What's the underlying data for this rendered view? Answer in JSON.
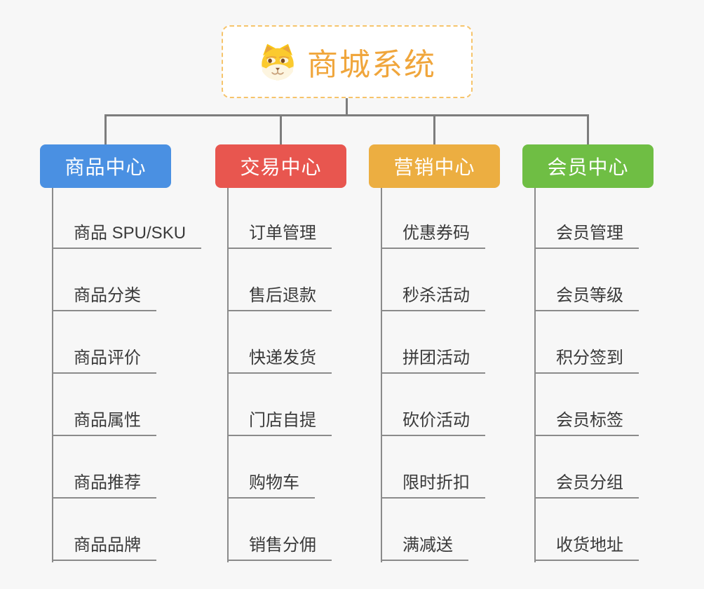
{
  "page": {
    "background": "#f7f7f7",
    "connector_color": "#7d7d7d",
    "underline_color": "#8b8b8b"
  },
  "root": {
    "label": "商城系统",
    "icon": "dog-face-icon",
    "text_color": "#f0a63c",
    "border_color": "#f6c46b"
  },
  "branches": [
    {
      "label": "商品中心",
      "color": "#4a90e2",
      "items": [
        "商品 SPU/SKU",
        "商品分类",
        "商品评价",
        "商品属性",
        "商品推荐",
        "商品品牌"
      ]
    },
    {
      "label": "交易中心",
      "color": "#e8564f",
      "items": [
        "订单管理",
        "售后退款",
        "快递发货",
        "门店自提",
        "购物车",
        "销售分佣"
      ]
    },
    {
      "label": "营销中心",
      "color": "#ecae41",
      "items": [
        "优惠券码",
        "秒杀活动",
        "拼团活动",
        "砍价活动",
        "限时折扣",
        "满减送"
      ]
    },
    {
      "label": "会员中心",
      "color": "#6fbe44",
      "items": [
        "会员管理",
        "会员等级",
        "积分签到",
        "会员标签",
        "会员分组",
        "收货地址"
      ]
    }
  ]
}
